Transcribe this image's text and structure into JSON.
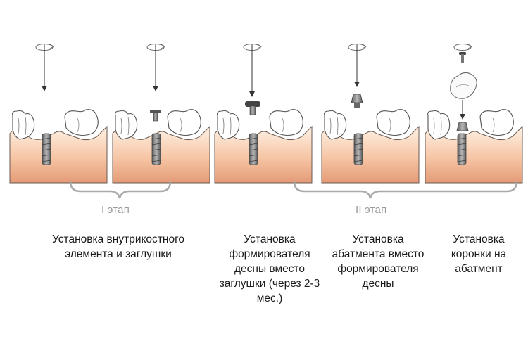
{
  "stages": [
    {
      "label": "I этап"
    },
    {
      "label": "II этап"
    }
  ],
  "captions": [
    {
      "text": "Установка внутрикостного элемента и заглушки"
    },
    {
      "text": "Установка формирователя десны вместо заглушки (через 2-3 мес.)"
    },
    {
      "text": "Установка абатмента вместо формирователя десны"
    },
    {
      "text": "Установка коронки на абатмент"
    }
  ],
  "colors": {
    "gum_light": "#fde8d4",
    "gum_dark": "#e8a482",
    "tooth_outline": "#555555",
    "implant": "#7a7a7a",
    "bracket": "#aaaaaa"
  },
  "icons": [
    "rotation-arrow-icon",
    "down-arrow-icon",
    "implant-icon",
    "cover-screw-icon",
    "healing-cap-icon",
    "abutment-icon",
    "crown-icon"
  ]
}
